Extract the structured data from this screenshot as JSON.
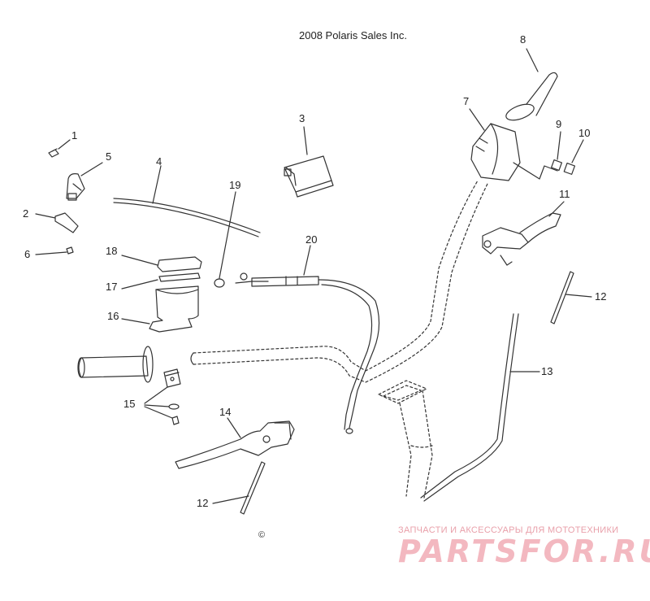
{
  "header": {
    "copyright": "2008 Polaris Sales Inc."
  },
  "callouts": [
    "1",
    "2",
    "3",
    "4",
    "5",
    "6",
    "7",
    "8",
    "9",
    "10",
    "11",
    "12",
    "12",
    "13",
    "14",
    "15",
    "16",
    "17",
    "18",
    "19",
    "20"
  ],
  "footer": {
    "copyright_symbol": "©"
  },
  "watermark": {
    "tagline": "ЗАПЧАСТИ И АКСЕССУАРЫ ДЛЯ МОТОТЕХНИКИ",
    "brand": "PARTSFOR.RU"
  },
  "colors": {
    "line": "#333333",
    "watermark": "#f3b8c0"
  }
}
